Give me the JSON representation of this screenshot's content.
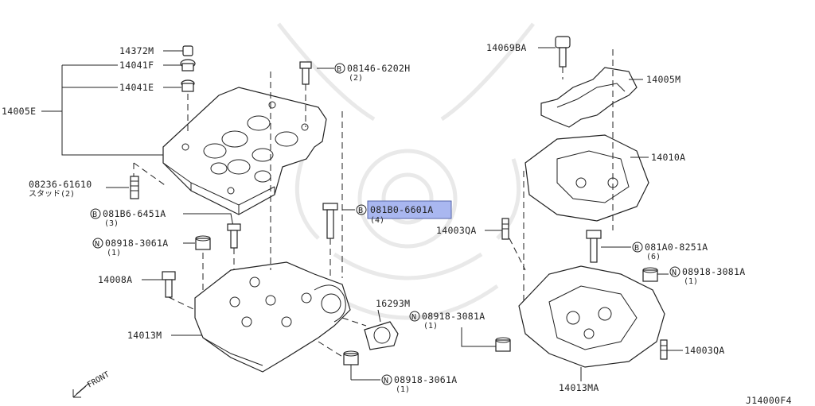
{
  "labels": {
    "p14372M": "14372M",
    "p14041F": "14041F",
    "p14041E": "14041E",
    "p14005E": "14005E",
    "p08146": "08146-6202H",
    "p08146_qty": "(2)",
    "p08236": "08236-61610",
    "p08236_sub": "スタッド(2)",
    "p081B6": "081B6-6451A",
    "p081B6_qty": "(3)",
    "p08918_l": "08918-3061A",
    "p08918_l_qty": "(1)",
    "p14008A": "14008A",
    "p081B0": "081B0-6601A",
    "p081B0_qty": "(4)",
    "p14013M": "14013M",
    "p16293M": "16293M",
    "p08918_m": "08918-3081A",
    "p08918_m_qty": "(1)",
    "p08918_b": "08918-3061A",
    "p08918_b_qty": "(1)",
    "p14069BA": "14069BA",
    "p14005M": "14005M",
    "p14010A": "14010A",
    "p14003QA_l": "14003QA",
    "p081A0": "081A0-8251A",
    "p081A0_qty": "(6)",
    "p08918_r": "08918-3081A",
    "p08918_r_qty": "(1)",
    "p14003QA_r": "14003QA",
    "p14013MA": "14013MA",
    "front": "FRONT",
    "code": "J14000F4"
  },
  "prefixes": {
    "bolt": "B",
    "nut": "N"
  },
  "highlighted_part": "081B0-6601A"
}
